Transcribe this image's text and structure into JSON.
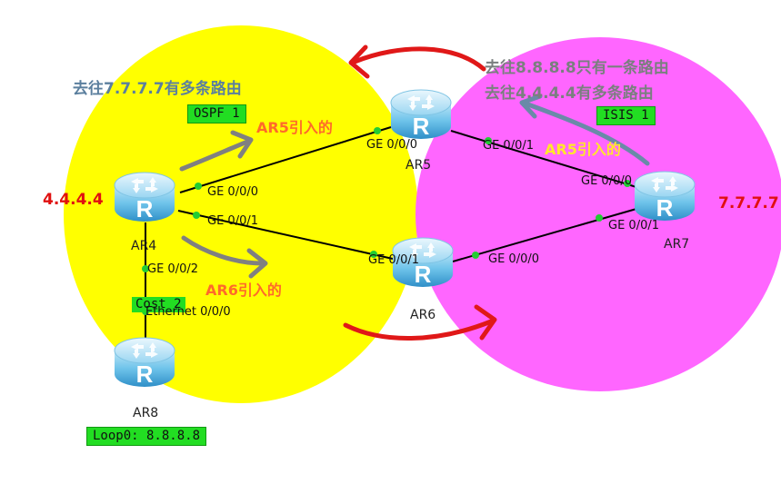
{
  "areas": {
    "ospf": {
      "label": "OSPF 1",
      "fill": "#ffff00"
    },
    "isis": {
      "label": "ISIS 1",
      "fill": "#ff66ff"
    }
  },
  "routers": {
    "ar4": {
      "name": "AR4",
      "ip": "4.4.4.4"
    },
    "ar5": {
      "name": "AR5"
    },
    "ar6": {
      "name": "AR6"
    },
    "ar7": {
      "name": "AR7",
      "ip": "7.7.7.7"
    },
    "ar8": {
      "name": "AR8",
      "loopback": "Loop0: 8.8.8.8"
    }
  },
  "ports": {
    "ar4_ge000": "GE 0/0/0",
    "ar4_ge001": "GE 0/0/1",
    "ar4_ge002": "GE 0/0/2",
    "ar5_ge000": "GE 0/0/0",
    "ar5_ge001": "GE 0/0/1",
    "ar6_ge001": "GE 0/0/1",
    "ar6_ge000": "GE 0/0/0",
    "ar7_ge000": "GE 0/0/0",
    "ar7_ge001": "GE 0/0/1",
    "ar8_eth": "Ethernet 0/0/0",
    "ar8_cost": "Cost 2"
  },
  "notes": {
    "to_7777": "去往7.7.7.7有多条路由",
    "to_8888": "去往8.8.8.8只有一条路由",
    "to_4444": "去往4.4.4.4有多条路由",
    "ar5_import_left": "AR5引入的",
    "ar6_import": "AR6引入的",
    "ar5_import_right": "AR5引入的"
  },
  "colors": {
    "ospf_area": "#ffff00",
    "isis_area": "#ff66ff",
    "red_arrow": "#e01818",
    "grey_arrow": "#808080",
    "blue_arrow": "#6a8aa8",
    "label_box": "#22dd22"
  }
}
